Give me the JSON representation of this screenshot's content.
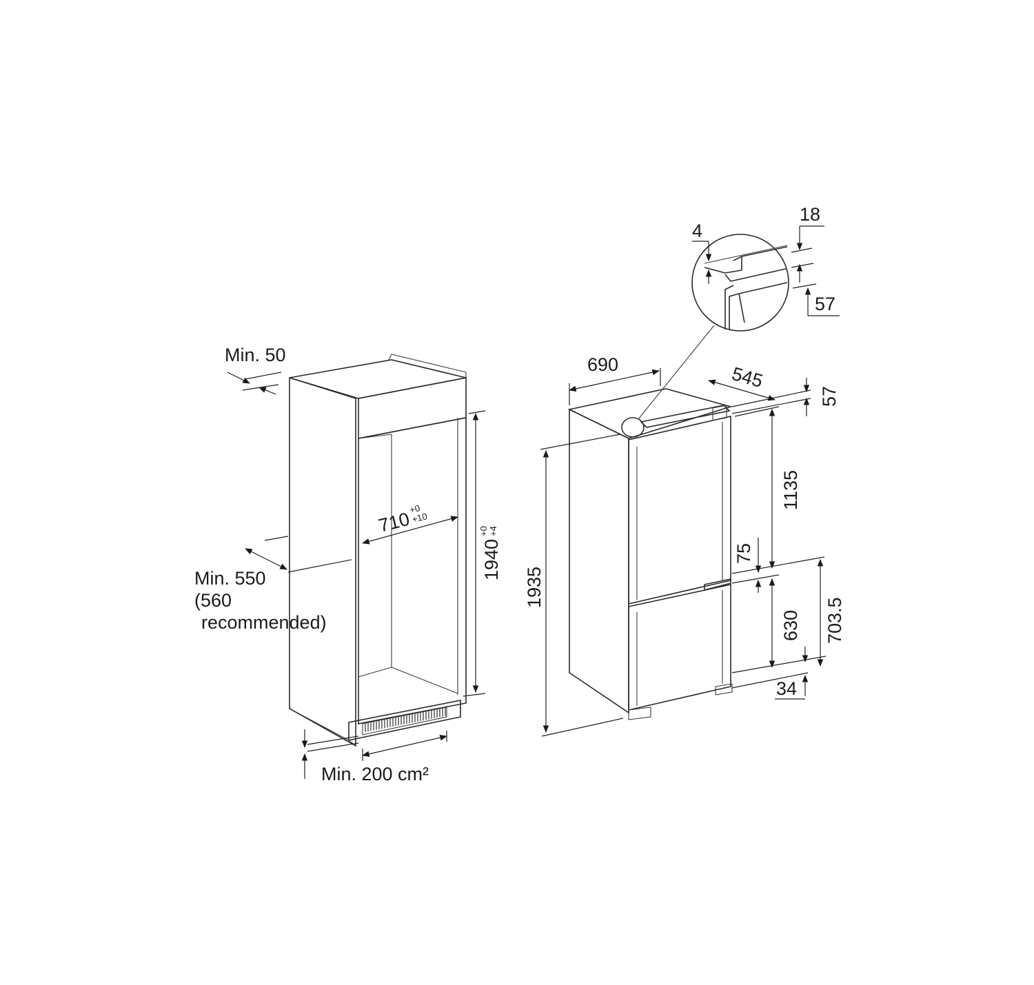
{
  "niche": {
    "min50": "Min. 50",
    "width": "710",
    "width_tol_top": "+0",
    "width_tol_bottom": "+10",
    "height": "1940",
    "height_tol_top": "+0",
    "height_tol_bottom": "+4",
    "depth_line1": "Min. 550",
    "depth_line2": "(560",
    "depth_line3": "recommended)",
    "vent": "Min. 200 cm²"
  },
  "appliance": {
    "depth": "690",
    "width": "545",
    "top_gap": "57",
    "upper_door": "1135",
    "gap": "75",
    "lower_door": "630",
    "lower_total": "703.5",
    "bottom": "34",
    "total_height": "1935"
  },
  "detail": {
    "d4": "4",
    "d18": "18",
    "d57": "57"
  }
}
